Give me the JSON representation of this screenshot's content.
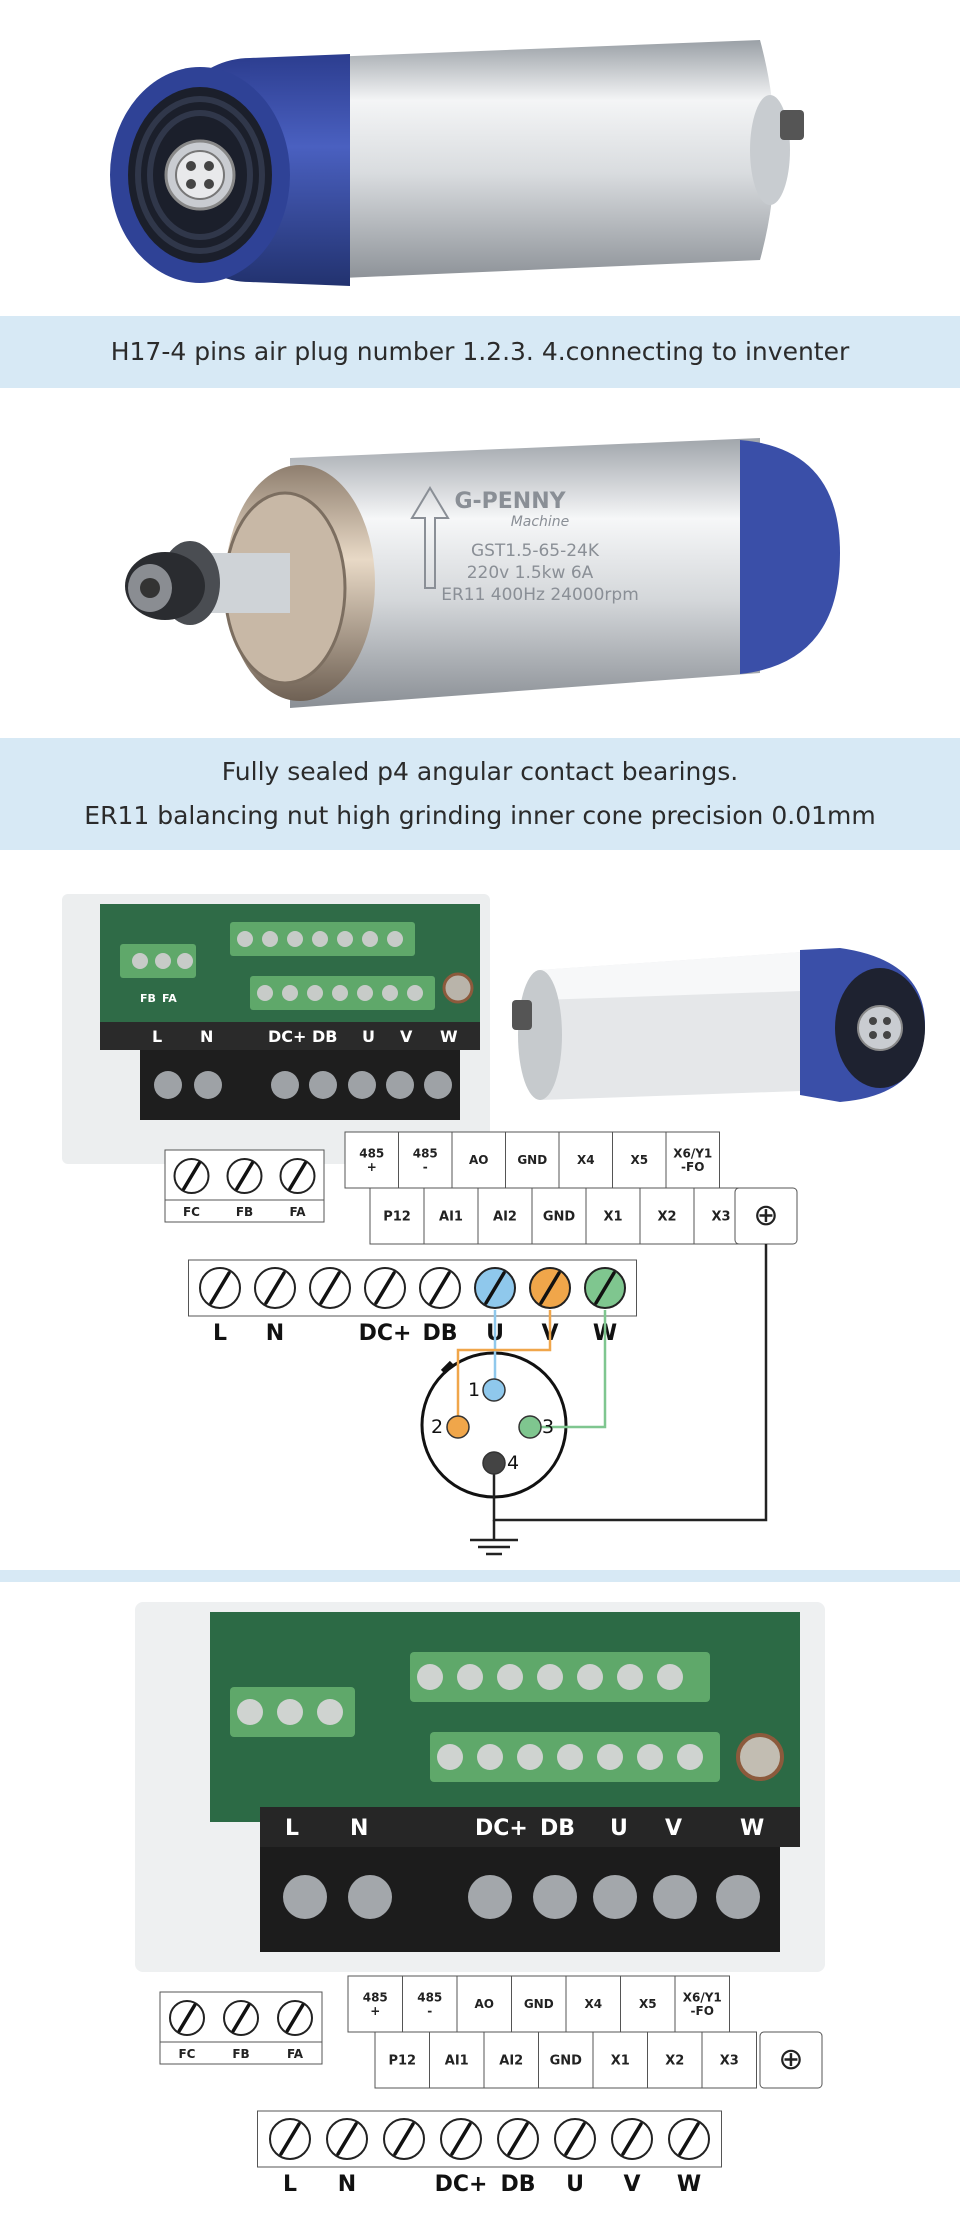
{
  "captions": {
    "caption1": "H17-4 pins air plug number 1.2.3. 4.connecting to inventer",
    "caption2_line1": "Fully sealed p4 angular contact bearings.",
    "caption2_line2": "ER11 balancing nut high grinding inner cone precision 0.01mm"
  },
  "spindle_label": {
    "brand": "G-PENNY",
    "sub": "Machine",
    "model": "GST1.5-65-24K",
    "spec1": "220v 1.5kw 6A",
    "spec2": "ER11 400Hz 24000rpm"
  },
  "board_print": {
    "l": "L",
    "n": "N",
    "dc": "DC+",
    "db": "DB",
    "u": "U",
    "v": "V",
    "w": "W",
    "fb": "FB",
    "fa": "FA"
  },
  "wiring": {
    "control_top": [
      "485\n+",
      "485\n-",
      "AO",
      "GND",
      "X4",
      "X5",
      "X6/Y1\n-FO"
    ],
    "control_bottom": [
      "P12",
      "AI1",
      "AI2",
      "GND",
      "X1",
      "X2",
      "X3"
    ],
    "relay": [
      "FC",
      "FB",
      "FA"
    ],
    "power": [
      "L",
      "N",
      "DC+",
      "DB",
      "U",
      "V",
      "W"
    ],
    "plug_pins": [
      "1",
      "2",
      "3",
      "4"
    ],
    "ground_symbol": "⊕"
  },
  "colors": {
    "band": "#d7e9f5",
    "spindle_blue": "#3a4fa8",
    "wire_u": "#8fc8ec",
    "wire_v": "#f0a64a",
    "wire_w": "#7fc68f",
    "terminal_green": "#5fa86a"
  }
}
